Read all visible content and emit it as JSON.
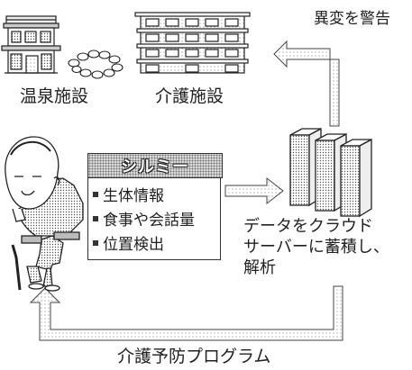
{
  "labels": {
    "onsen": "温泉施設",
    "kaigo": "介護施設",
    "alert": "異変を警告",
    "cloud": "データをクラウド\nサーバーに蓄積し、\n解析",
    "program": "介護予防プログラム"
  },
  "device": {
    "name": "シルミー",
    "features": [
      "生体情報",
      "食事や会話量",
      "位置検出"
    ]
  },
  "icons": {
    "onsen": "hot-spring-facility-icon",
    "kaigo": "care-facility-icon",
    "elder": "elderly-person-icon",
    "servers": "cloud-server-icon"
  }
}
